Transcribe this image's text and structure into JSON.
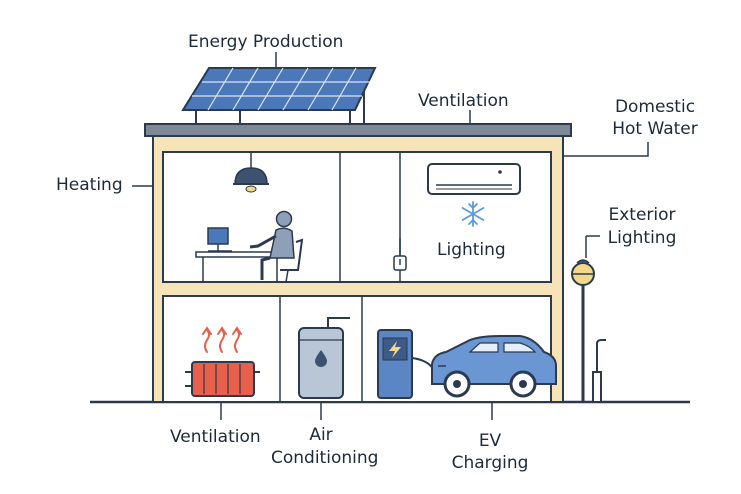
{
  "labels": {
    "energy_production": "Energy Production",
    "ventilation_roof": "Ventilation",
    "domestic_hot_water_1": "Domestic",
    "domestic_hot_water_2": "Hot Water",
    "heating": "Heating",
    "exterior_lighting_1": "Exterior",
    "exterior_lighting_2": "Lighting",
    "lighting_room": "Lighting",
    "ventilation_bottom": "Ventilation",
    "air_conditioning_1": "Air",
    "air_conditioning_2": "Conditioning",
    "ev_charging_1": "EV",
    "ev_charging_2": "Charging"
  },
  "colors": {
    "outline": "#2b3a4e",
    "wall": "#f7e3b8",
    "roof": "#7d8a96",
    "solar": "#4a78b8",
    "radiator": "#e8604c",
    "heat_arrows": "#e8604c",
    "water_tank": "#b8c6d6",
    "charger": "#5a86c4",
    "car": "#6a96d4",
    "snowflake": "#5b9be0",
    "person": "#8ea0b8"
  }
}
